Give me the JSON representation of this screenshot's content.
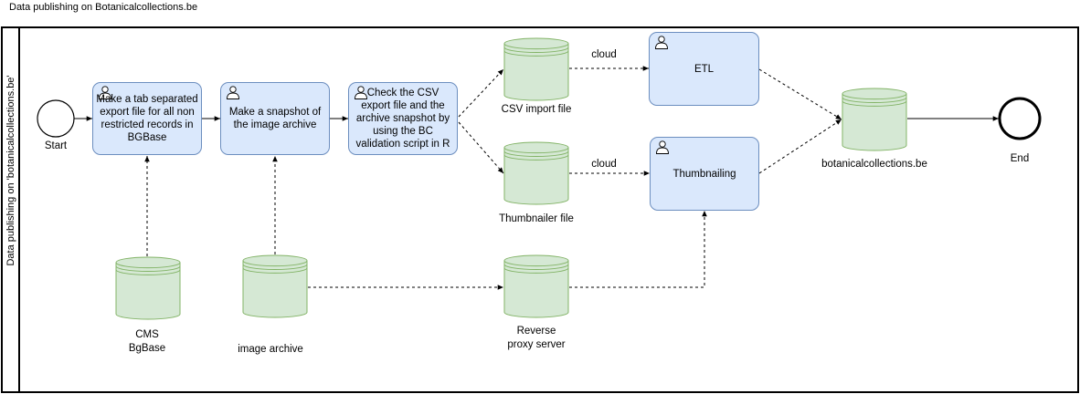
{
  "page": {
    "title": "Data publishing on Botanicalcollections.be"
  },
  "pool": {
    "lane_label": "Data publishing on 'botanicalcollections.be'"
  },
  "events": {
    "start_label": "Start",
    "end_label": "End"
  },
  "tasks": {
    "export": "Make a tab separated export file for all non restricted records in BGBase",
    "snapshot": "Make a snapshot of the image archive",
    "validate": "Check the CSV export file and the archive snapshot by using the BC validation script in R",
    "etl": "ETL",
    "thumbnailing": "Thumbnailing"
  },
  "data_stores": {
    "cms_line1": "CMS",
    "cms_line2": "BgBase",
    "image_archive": "image archive",
    "csv_import": "CSV import file",
    "thumbnailer": "Thumbnailer file",
    "proxy_line1": "Reverse",
    "proxy_line2": "proxy server",
    "botanical": "botanicalcollections.be"
  },
  "edge_labels": {
    "cloud_top": "cloud",
    "cloud_bottom": "cloud"
  },
  "colors": {
    "task_fill": "#dae8fc",
    "task_stroke": "#6c8ebf",
    "store_fill": "#d5e8d4",
    "store_stroke": "#82b366",
    "line": "#000000"
  }
}
